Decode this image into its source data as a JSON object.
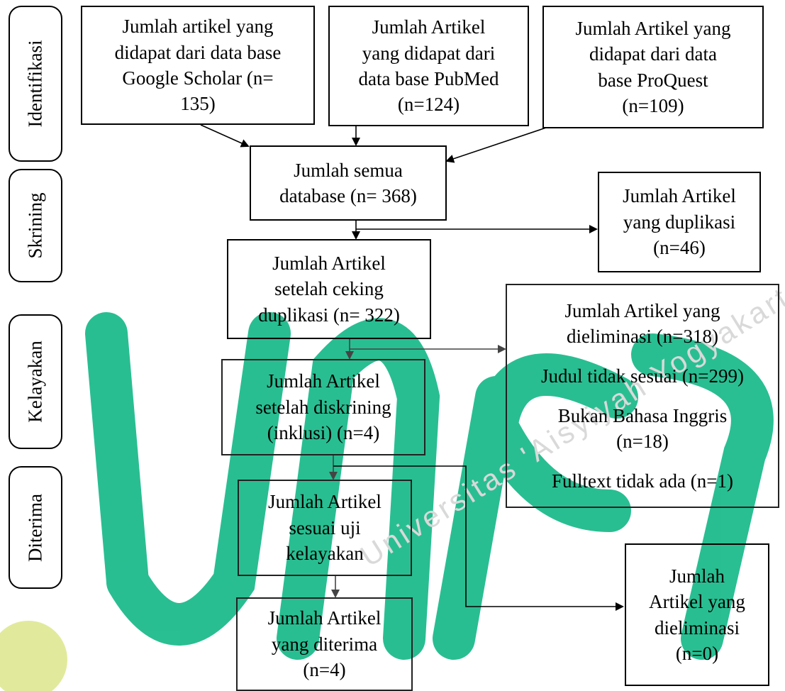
{
  "stages": {
    "identifikasi": "Identifikasi",
    "skrining": "Skrining",
    "kelayakan": "Kelayakan",
    "diterima": "Diterima"
  },
  "boxes": {
    "google_scholar": "Jumlah artikel yang\ndidapat dari data base\nGoogle Scholar (n=\n135)",
    "pubmed": "Jumlah Artikel\nyang didapat dari\ndata base PubMed\n(n=124)",
    "proquest": "Jumlah Artikel yang\ndidapat dari data\nbase ProQuest\n(n=109)",
    "semua_database": "Jumlah semua\ndatabase (n= 368)",
    "duplikasi": "Jumlah Artikel\nyang duplikasi\n(n=46)",
    "setelah_ceking": "Jumlah Artikel\nsetelah ceking\nduplikasi (n= 322)",
    "setelah_diskrining": "Jumlah Artikel\nsetelah diskrining\n(inklusi) (n=4)",
    "sesuai_uji": "Jumlah Artikel\nsesuai uji\nkelayakan",
    "diterima": "Jumlah Artikel\nyang diterima\n(n=4)",
    "dieliminasi_final": "Jumlah\nArtikel yang\ndieliminasi\n(n=0)"
  },
  "eliminated_list": {
    "header": "Jumlah Artikel yang\ndieliminasi (n=318)",
    "reason_1": "Judul tidak sesuai (n=299)",
    "reason_2": "Bukan Bahasa Inggris\n(n=18)",
    "reason_3": "Fulltext tidak ada (n=1)"
  },
  "watermark": {
    "text": "Universitas 'Aisyiyah Yogyakarta",
    "color": "#12b886"
  }
}
